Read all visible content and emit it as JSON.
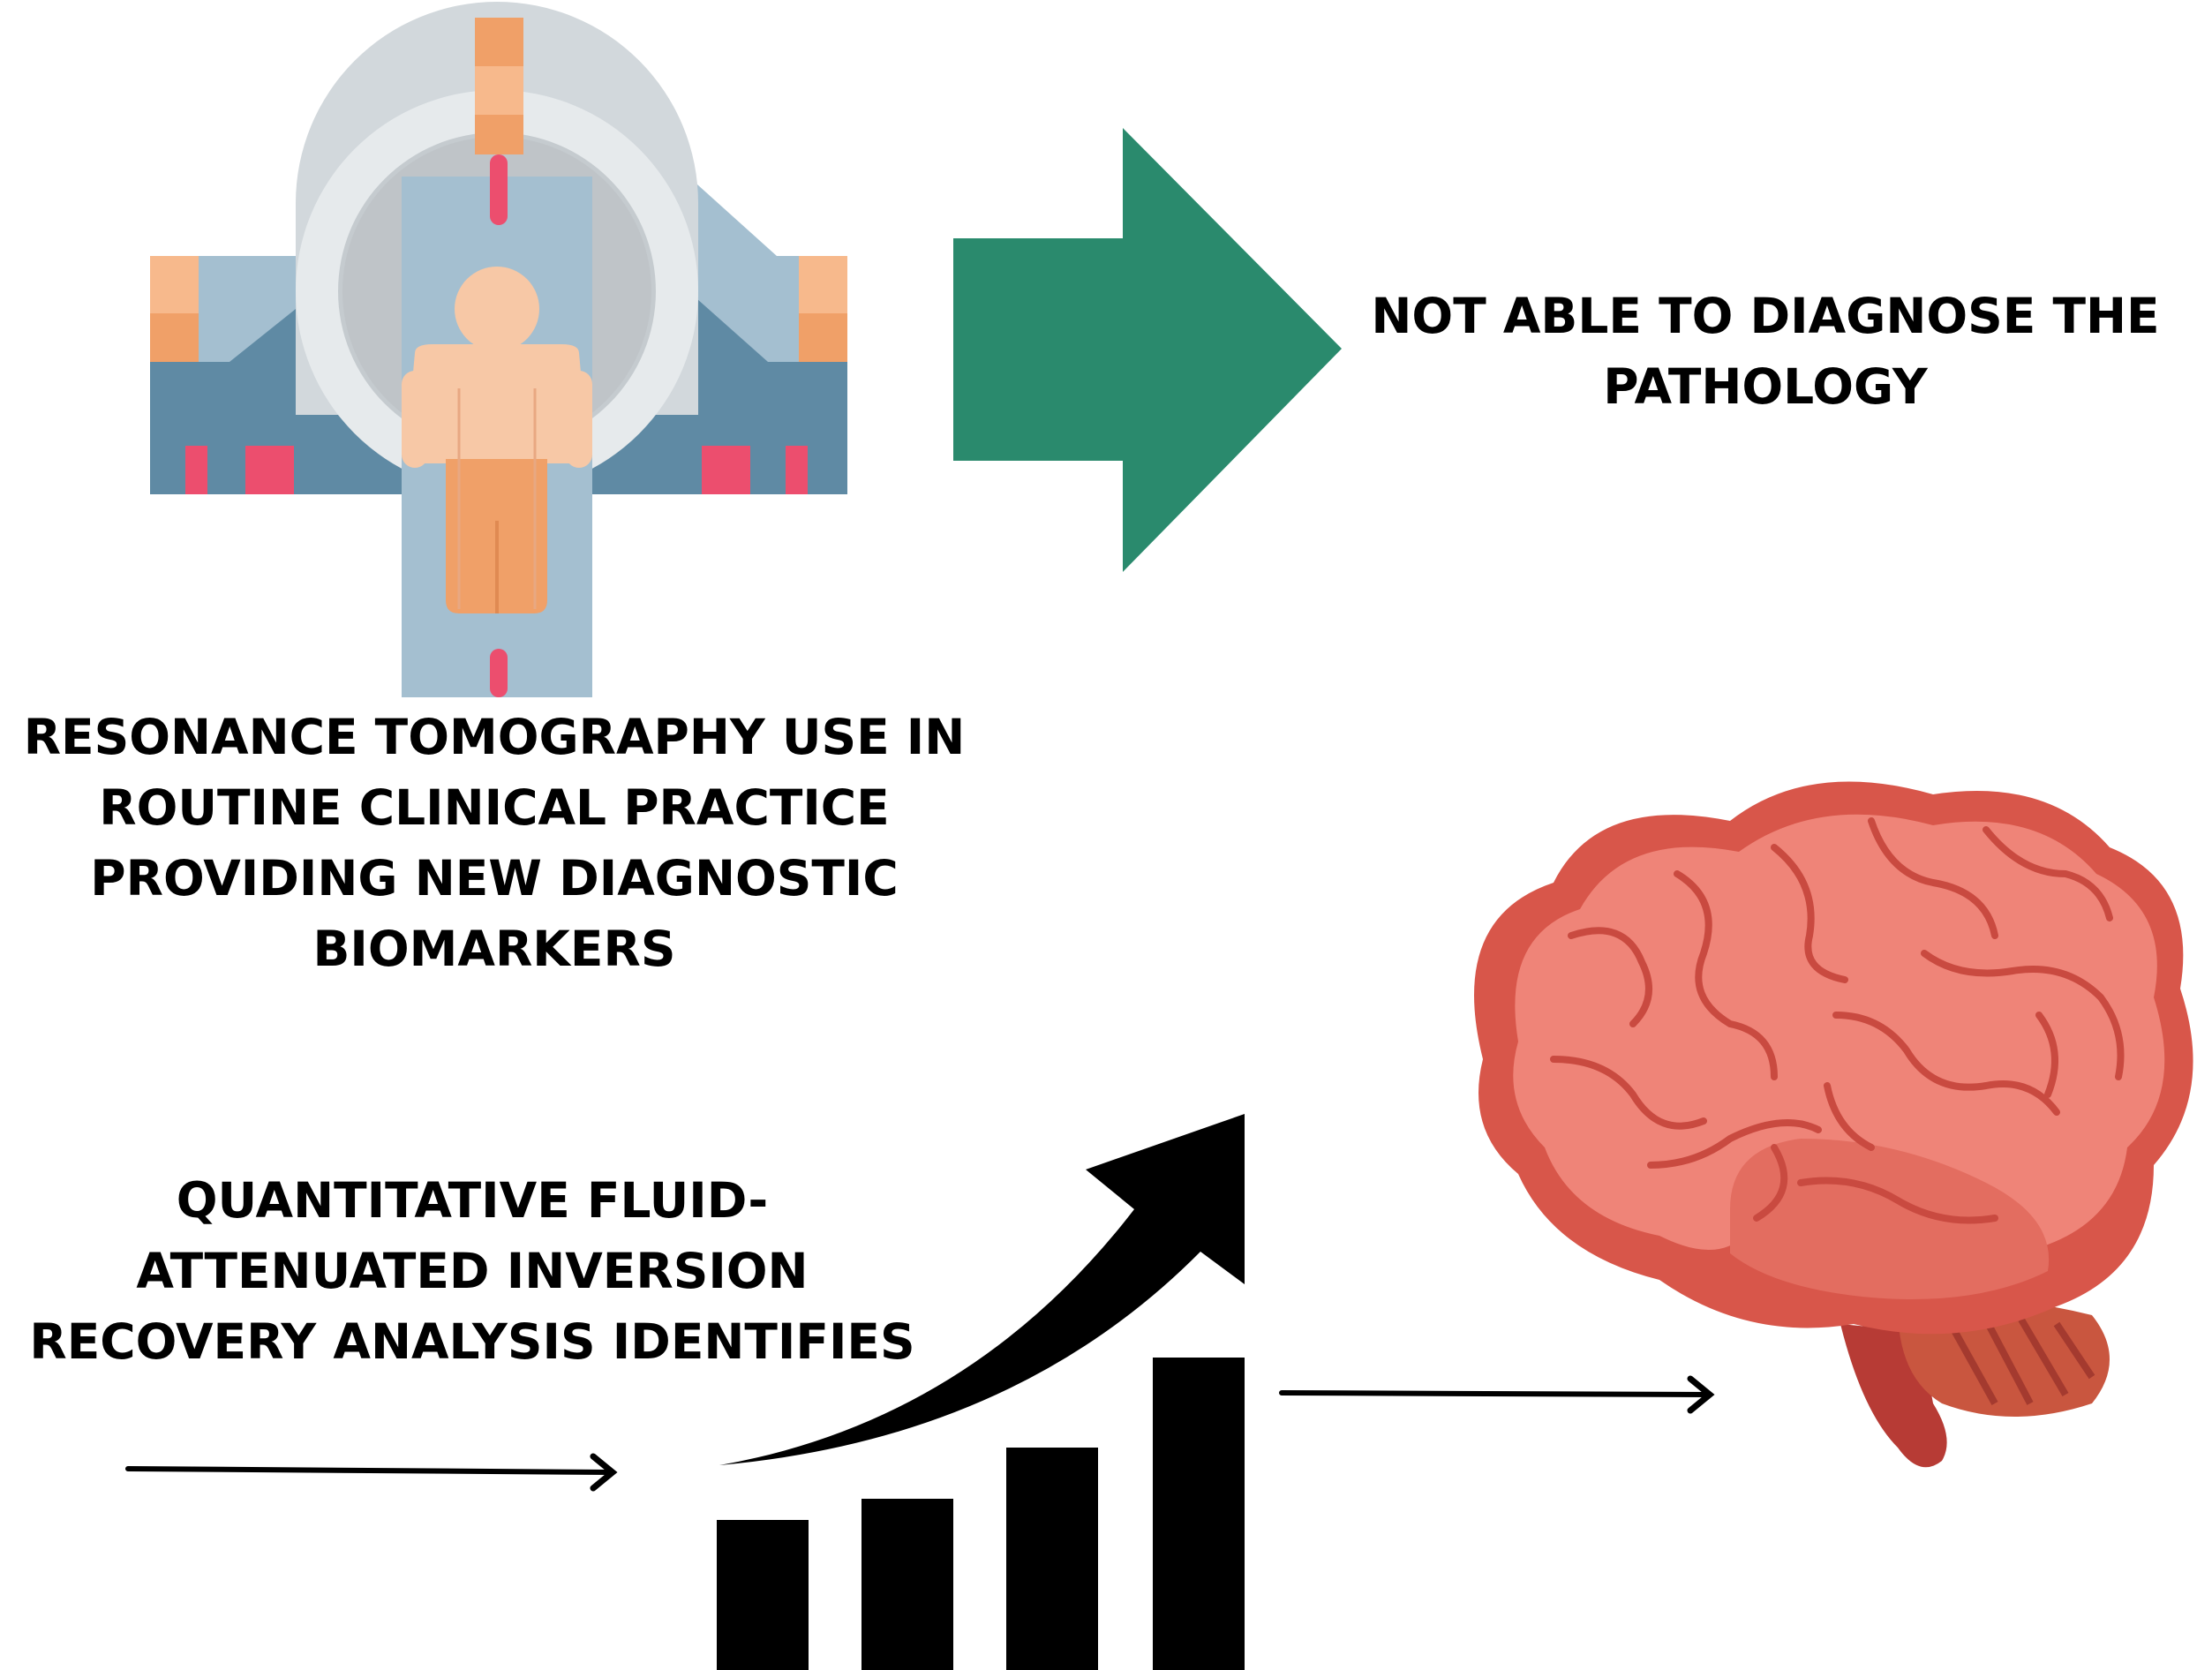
{
  "captions": {
    "mri": "RESONANCE TOMOGRAPHY USE IN ROUTINE CLINICAL PRACTICE PROVIDING NEW DIAGNOSTIC BIOMARKERS",
    "result": "NOT ABLE TO DIAGNOSE THE PATHOLOGY",
    "flair": "QUANTITATIVE FLUID-ATTENUATED INVERSION RECOVERY ANALYSIS IDENTIFIES"
  },
  "icons": {
    "scanner": "mri-scanner-icon",
    "big_arrow": "right-arrow-icon",
    "growth_chart": "growth-bar-chart-icon",
    "brain": "brain-icon"
  },
  "colors": {
    "arrow_green": "#2a8a6d",
    "scanner_ring": "#d2d8dc",
    "scanner_blue": "#a4bfd0",
    "scanner_dark": "#5f8aa4",
    "accent_pink": "#ec4e6e",
    "skin": "#f7c8a6",
    "orange": "#f0a068",
    "brain": "#ef8478",
    "brain_dark": "#c94a40"
  }
}
